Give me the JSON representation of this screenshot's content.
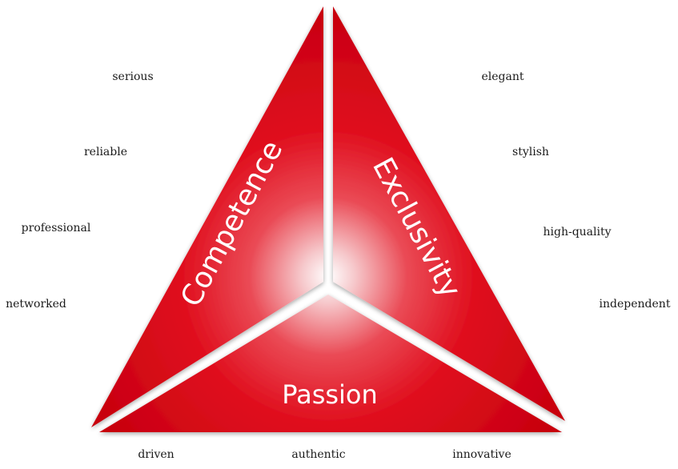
{
  "segments": {
    "competence": "Competence",
    "exclusivity": "Exclusivity",
    "passion": "Passion"
  },
  "words": {
    "competence": [
      "serious",
      "reliable",
      "professional",
      "networked"
    ],
    "exclusivity": [
      "elegant",
      "stylish",
      "high-quality",
      "independent"
    ],
    "passion": [
      "driven",
      "authentic",
      "innovative"
    ]
  },
  "colors": {
    "red": "#e20a1c",
    "red_dark": "#b8000f",
    "highlight": "#ffffff",
    "text": "#1a1a1a"
  }
}
